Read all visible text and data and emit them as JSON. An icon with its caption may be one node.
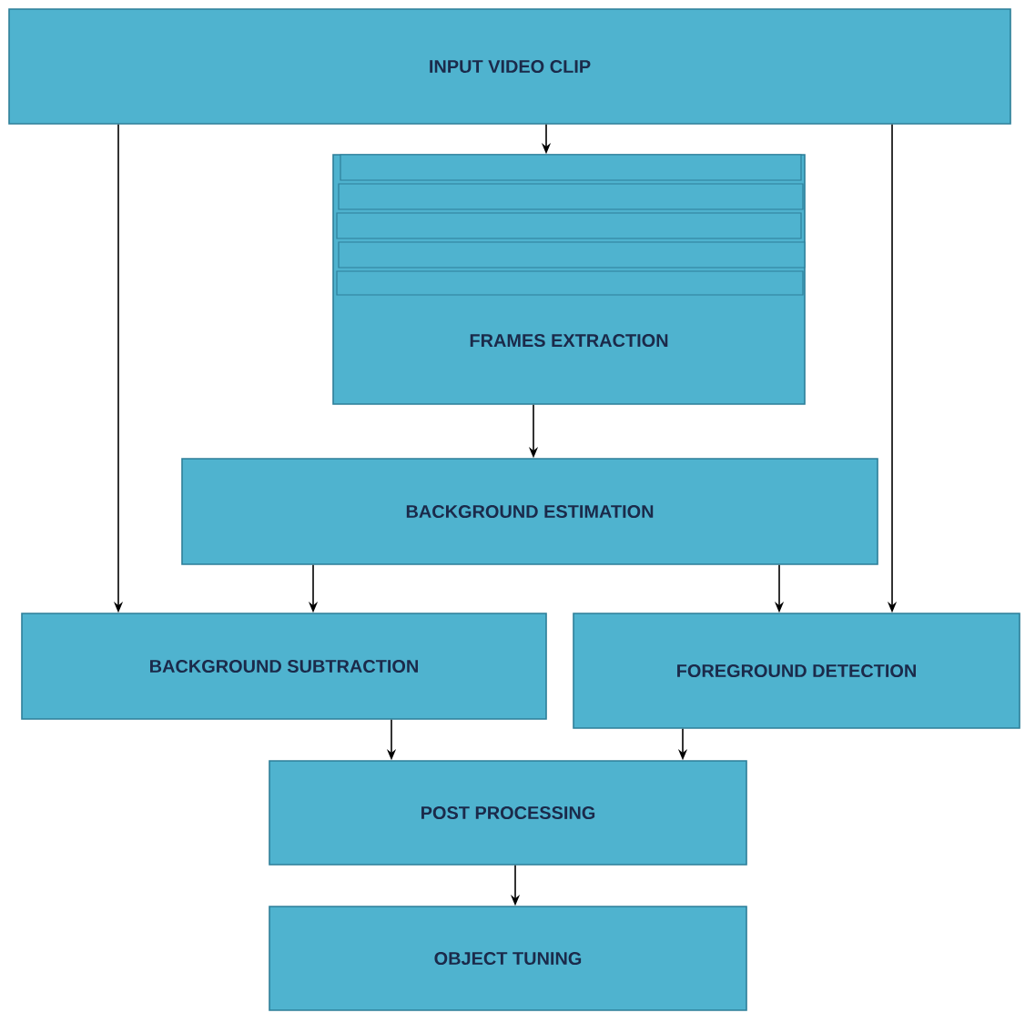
{
  "diagram": {
    "nodes": [
      {
        "text": [
          "INPUT VIDEO CLIP"
        ]
      },
      {
        "text": [
          "FRAMES EXTRACTION"
        ]
      },
      {
        "text": [
          "BACKGROUND ESTIMATION"
        ]
      },
      {
        "text": [
          "BACKGROUND SUBTRACTION"
        ]
      },
      {
        "text": [
          "FOREGROUND DETECTION"
        ]
      },
      {
        "text": [
          "POST PROCESSING"
        ]
      },
      {
        "text": [
          "OBJECT TUNING"
        ]
      }
    ],
    "edges": [
      {
        "from": 0,
        "to": 1,
        "arrow": "to"
      },
      {
        "from": 0,
        "to": 3,
        "arrow": "to"
      },
      {
        "from": 0,
        "to": 4,
        "arrow": "to"
      },
      {
        "from": 1,
        "to": 2,
        "arrow": "to"
      },
      {
        "from": 2,
        "to": 3,
        "arrow": "to"
      },
      {
        "from": 2,
        "to": 4,
        "arrow": "to"
      },
      {
        "from": 3,
        "to": 5,
        "arrow": "to"
      },
      {
        "from": 4,
        "to": 5,
        "arrow": "to"
      },
      {
        "from": 5,
        "to": 6,
        "arrow": "to"
      }
    ]
  }
}
